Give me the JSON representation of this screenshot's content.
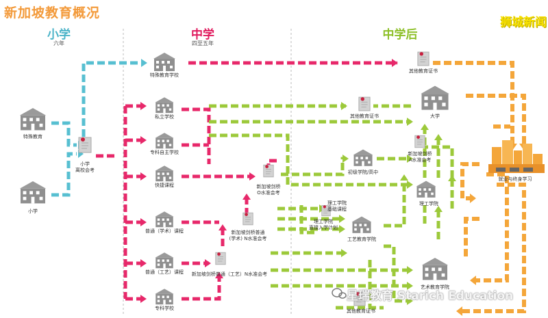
{
  "page": {
    "title": "新加坡教育概况",
    "brand": "狮城新闻",
    "watermark": "星瑞教育 Starich Education"
  },
  "stages": {
    "primary": {
      "name": "小学",
      "duration": "六年",
      "color": "#4ab3c8"
    },
    "secondary": {
      "name": "中学",
      "duration": "四至五年",
      "color": "#e0195d"
    },
    "post": {
      "name": "中学后",
      "color": "#8cbf26"
    }
  },
  "colors": {
    "pink": "#e7286a",
    "green": "#9cc93a",
    "orange": "#f4a63a",
    "teal": "#57bfd1",
    "building": "#8f8f8f",
    "cert": "#b8b8b8"
  },
  "labels": {
    "special_ed": "特殊教育",
    "primary_school": "小学",
    "psle_line1": "小学",
    "psle_line2": "离校会考",
    "special_school": "特殊教育学校",
    "private_school": "私立学校",
    "independent_school": "专科自主学校",
    "express": "快捷课程",
    "normal_academic": "普通（学术）课程",
    "normal_technical": "普通（工艺）课程",
    "specialised_school": "专科学校",
    "o_level_line1": "新加坡剑桥",
    "o_level_line2": "O水准会考",
    "na_level_line1": "新加坡剑桥普通",
    "na_level_line2": "(学术) N水准会考",
    "nt_level": "新加坡剑桥普通（工艺）N水准会考",
    "other_cert_top": "其他教育证书",
    "other_cert_mid": "其他教育证书",
    "other_cert_bottom": "其他教育证书",
    "university": "大学",
    "a_level_line1": "新加坡剑桥",
    "a_level_line2": "A水准会考",
    "jc": "初级学院/高中",
    "poly": "理工学院",
    "poly_foundation_line1": "理工学院",
    "poly_foundation_line2": "基础课程",
    "poly_direct_line1": "理工学院",
    "poly_direct_line2": "直接入学计划",
    "ite": "工艺教育学院",
    "arts_school": "艺术教育学院",
    "employment": "就业与终身学习"
  }
}
